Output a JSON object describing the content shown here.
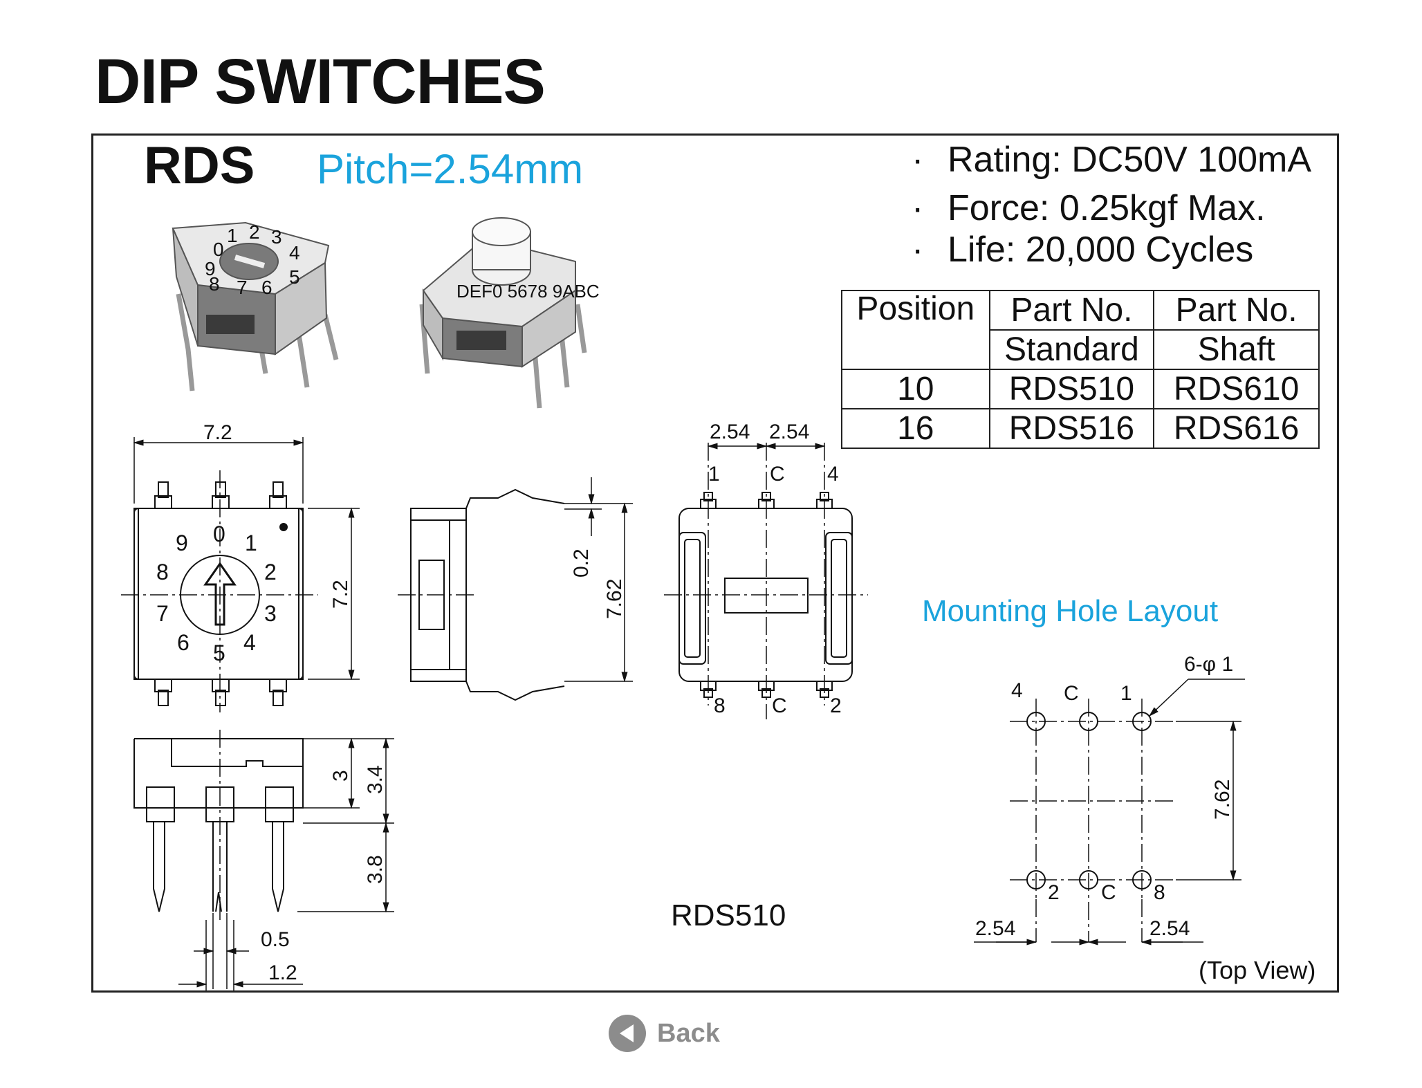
{
  "header": {
    "title": "DIP SWITCHES"
  },
  "product": {
    "model": "RDS",
    "pitch": "Pitch=2.54mm"
  },
  "specs": [
    {
      "bullet": "·",
      "text": "Rating: DC50V 100mA"
    },
    {
      "bullet": "·",
      "text": "Force: 0.25kgf Max."
    },
    {
      "bullet": "·",
      "text": "Life: 20,000 Cycles"
    }
  ],
  "parts_table": {
    "col_position": "Position",
    "col_part_standard": "Part No.",
    "col_part_shaft": "Part No.",
    "sub_standard": "Standard",
    "sub_shaft": "Shaft",
    "rows": [
      {
        "position": "10",
        "standard": "RDS510",
        "shaft": "RDS610"
      },
      {
        "position": "16",
        "standard": "RDS516",
        "shaft": "RDS616"
      }
    ]
  },
  "photos": {
    "standard_dial": [
      "0",
      "1",
      "2",
      "3",
      "4",
      "5",
      "6",
      "7",
      "8",
      "9"
    ],
    "shaft_dial": "DEF0 5678 9ABC"
  },
  "top_view": {
    "width": "7.2",
    "height": "7.2",
    "dial": [
      "0",
      "1",
      "2",
      "3",
      "4",
      "5",
      "6",
      "7",
      "8",
      "9"
    ]
  },
  "side_view": {
    "gap": "0.2",
    "lead_span": "7.62"
  },
  "pin_view": {
    "pitch_left": "2.54",
    "pitch_right": "2.54",
    "pins_top": [
      "1",
      "C",
      "4"
    ],
    "pins_bottom": [
      "8",
      "C",
      "2"
    ]
  },
  "front_view": {
    "body_upper": "3",
    "body_total": "3.4",
    "lead_length": "3.8",
    "lead_thickness": "0.5",
    "lead_width": "1.2"
  },
  "model_caption": "RDS510",
  "mounting": {
    "title": "Mounting Hole Layout",
    "hole_spec": "6-φ 1",
    "pins_top": [
      "4",
      "C",
      "1"
    ],
    "pins_bottom": [
      "2",
      "C",
      "8"
    ],
    "row_spacing": "7.62",
    "pitch_left": "2.54",
    "pitch_right": "2.54",
    "view_note": "(Top View)"
  },
  "nav": {
    "back": "Back"
  }
}
